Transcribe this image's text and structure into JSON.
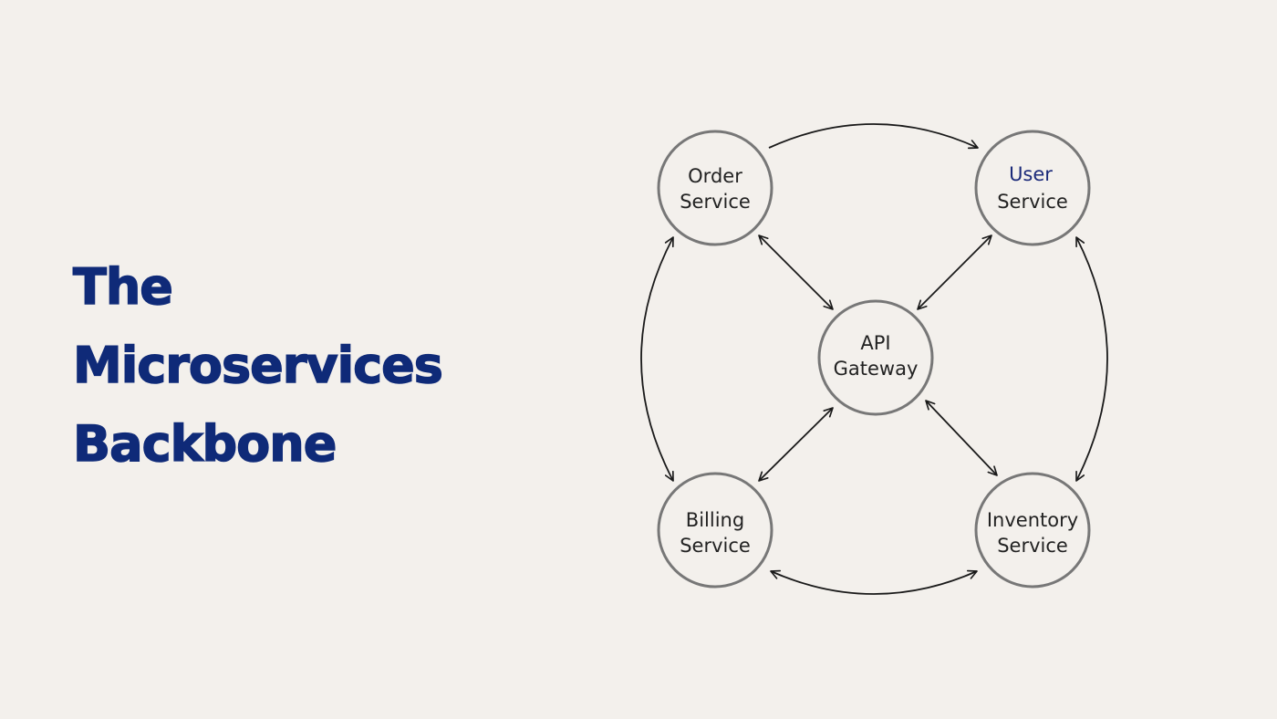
{
  "title": {
    "lines": [
      "The",
      "Microservices",
      "Backbone"
    ],
    "color": "#0f2a78"
  },
  "diagram": {
    "nodes": {
      "order": {
        "line1": "Order",
        "line2": "Service"
      },
      "user": {
        "line1": "User",
        "line2": "Service",
        "line1_color": "#1b2a7a"
      },
      "gateway": {
        "line1": "API",
        "line2": "Gateway"
      },
      "billing": {
        "line1": "Billing",
        "line2": "Service"
      },
      "inventory": {
        "line1": "Inventory",
        "line2": "Service"
      }
    },
    "colors": {
      "background": "#f3f0ec",
      "node_stroke": "#777777",
      "edge": "#1a1a1a",
      "text": "#222222"
    }
  }
}
